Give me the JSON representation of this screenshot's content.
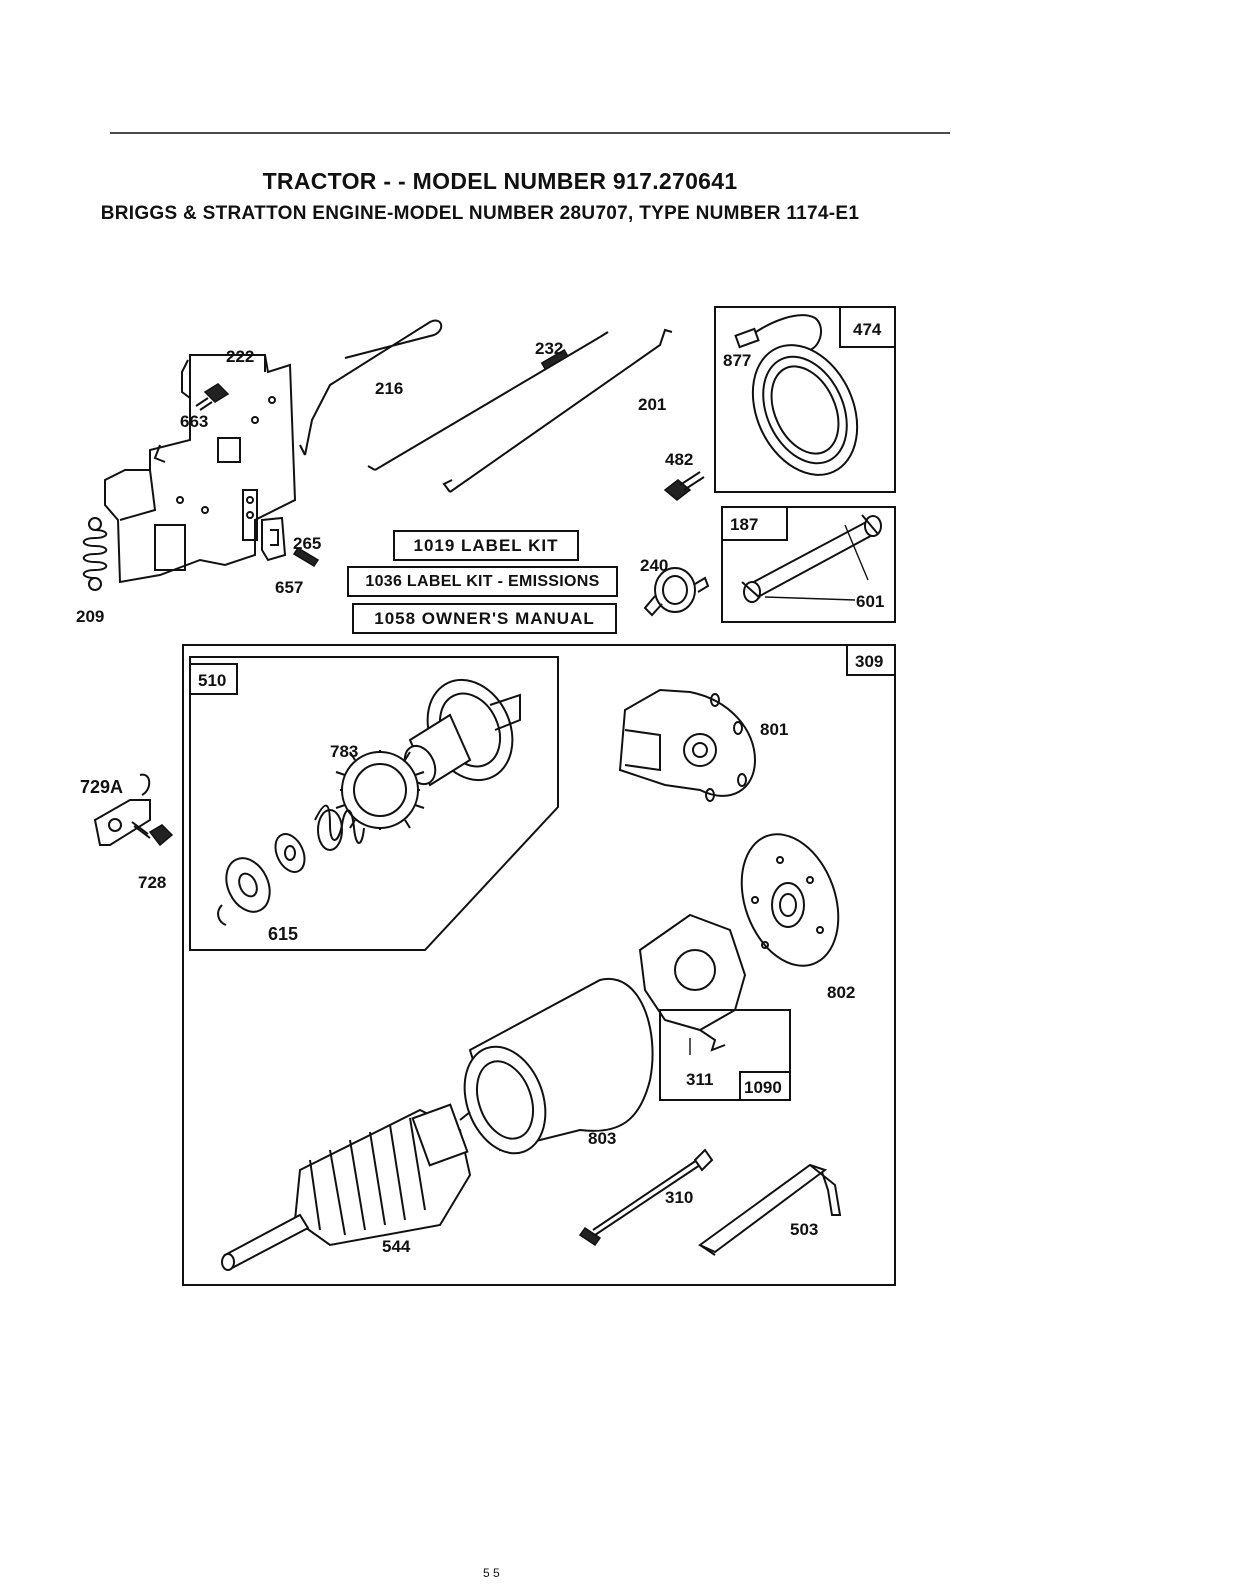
{
  "header": {
    "title": "TRACTOR - - MODEL NUMBER 917.270641",
    "subtitle": "BRIGGS & STRATTON ENGINE-MODEL NUMBER 28U707, TYPE NUMBER 1174-E1"
  },
  "kits": {
    "label_kit": "1019 LABEL KIT",
    "label_kit_emissions": "1036 LABEL KIT - EMISSIONS",
    "owners_manual": "1058 OWNER'S MANUAL"
  },
  "parts": {
    "p222": "222",
    "p663": "663",
    "p216": "216",
    "p232": "232",
    "p201": "201",
    "p474": "474",
    "p877": "877",
    "p482": "482",
    "p187": "187",
    "p601": "601",
    "p240": "240",
    "p265": "265",
    "p657": "657",
    "p209": "209",
    "p510": "510",
    "p309": "309",
    "p783": "783",
    "p801": "801",
    "p729a": "729A",
    "p728": "728",
    "p615": "615",
    "p802": "802",
    "p311": "311",
    "p1090": "1090",
    "p803": "803",
    "p310": "310",
    "p503": "503",
    "p544": "544"
  },
  "footer": "5 5"
}
